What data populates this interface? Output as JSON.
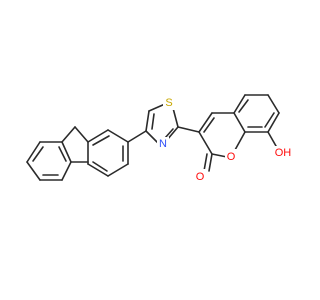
{
  "molecule": {
    "atoms": {
      "S": {
        "label": "S",
        "color": "#c8a800"
      },
      "N": {
        "label": "N",
        "color": "#3050f8"
      },
      "O_carbonyl": {
        "label": "O",
        "color": "#ff0d0d"
      },
      "O_ring": {
        "label": "O",
        "color": "#ff0d0d"
      },
      "OH": {
        "label": "OH",
        "color": "#ff0d0d"
      }
    }
  }
}
